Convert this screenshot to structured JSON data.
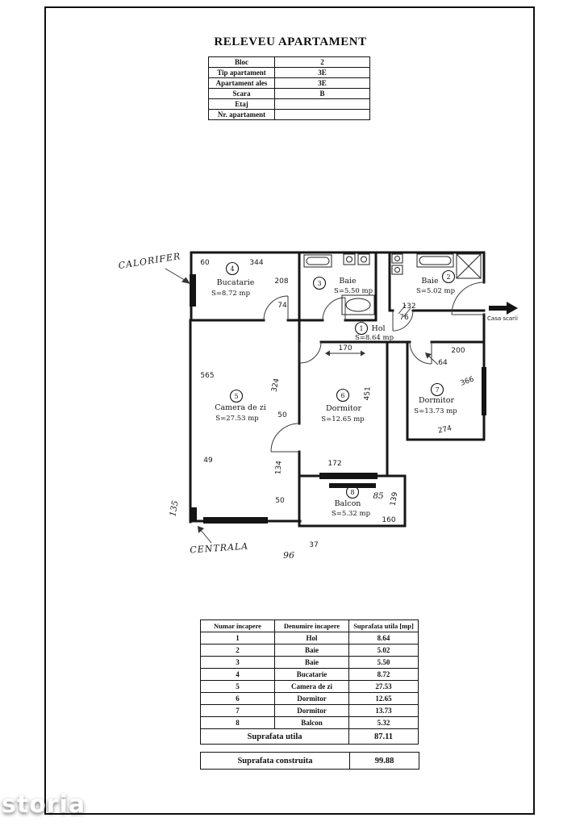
{
  "page": {
    "title": "RELEVEU APARTAMENT",
    "watermark": "storia"
  },
  "info_table": {
    "rows": [
      {
        "label": "Bloc",
        "value": "2"
      },
      {
        "label": "Tip apartament",
        "value": "3E"
      },
      {
        "label": "Apartament ales",
        "value": "3E"
      },
      {
        "label": "Scara",
        "value": "B"
      },
      {
        "label": "Etaj",
        "value": ""
      },
      {
        "label": "Nr. apartament",
        "value": ""
      }
    ]
  },
  "plan": {
    "rooms": [
      {
        "num": "4",
        "name": "Bucatarie",
        "area": "S=8.72 mp"
      },
      {
        "num": "3",
        "name": "Baie",
        "area": "S=5.50 mp"
      },
      {
        "num": "2",
        "name": "Baie",
        "area": "S=5.02 mp"
      },
      {
        "num": "1",
        "name": "Hol",
        "area": "S=8.64 mp"
      },
      {
        "num": "5",
        "name": "Camera de zi",
        "area": "S=27.53 mp"
      },
      {
        "num": "6",
        "name": "Dormitor",
        "area": "S=12.65 mp"
      },
      {
        "num": "7",
        "name": "Dormitor",
        "area": "S=13.73 mp"
      },
      {
        "num": "8",
        "name": "Balcon",
        "area": "S=5.32 mp"
      }
    ],
    "dims": [
      "60",
      "344",
      "208",
      "74",
      "565",
      "324",
      "50",
      "49",
      "134",
      "135",
      "170",
      "451",
      "172",
      "50",
      "37",
      "96",
      "85",
      "139",
      "160",
      "132",
      "76",
      "200",
      "64",
      "366",
      "274"
    ],
    "annotations": {
      "calorifer": "CALORIFER",
      "centrala": "CENTRALA",
      "casa_scarii": "Casa scarii"
    }
  },
  "area_table": {
    "headers": [
      "Numar incapere",
      "Denumire incapere",
      "Suprafata utila [mp]"
    ],
    "rows": [
      [
        "1",
        "Hol",
        "8.64"
      ],
      [
        "2",
        "Baie",
        "5.02"
      ],
      [
        "3",
        "Baie",
        "5.50"
      ],
      [
        "4",
        "Bucatarie",
        "8.72"
      ],
      [
        "5",
        "Camera de zi",
        "27.53"
      ],
      [
        "6",
        "Dormitor",
        "12.65"
      ],
      [
        "7",
        "Dormitor",
        "13.73"
      ],
      [
        "8",
        "Balcon",
        "5.32"
      ]
    ],
    "total_utila_label": "Suprafata utila",
    "total_utila_value": "87.11",
    "total_construita_label": "Suprafata construita",
    "total_construita_value": "99.88"
  }
}
